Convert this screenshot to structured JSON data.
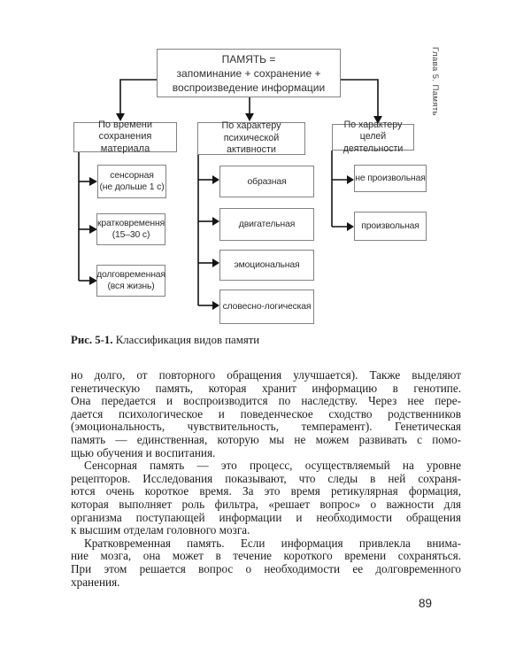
{
  "page": {
    "chapter_header": "Глава 5. Память",
    "page_number": "89"
  },
  "figure": {
    "root": "ПАМЯТЬ =\nзапоминание + сохранение +\nвоспроизведение информации",
    "branches": [
      {
        "label": "По времени\nсохранения материала",
        "children": [
          "сенсорная\n(не дольше 1 с)",
          "кратковремення\n(15–30 с)",
          "долговременная\n(вся жизнь)"
        ]
      },
      {
        "label": "По характеру\nпсихической активности",
        "children": [
          "образная",
          "двигательная",
          "эмоциональная",
          "словесно-логическая"
        ]
      },
      {
        "label": "По характеру целей\nдеятельности",
        "children": [
          "не произвольная",
          "произвольная"
        ]
      }
    ],
    "caption_label": "Рис. 5-1.",
    "caption_text": " Классификация видов памяти"
  },
  "body": {
    "paragraphs": [
      {
        "lines": [
          "но долго, от повторного обращения улучшается). Также выделяют",
          "генетическую память, которая хранит информацию в генотипе.",
          "Она передается и воспроизводится по наследству. Через нее пере-",
          "дается психологическое и поведенческое сходство родственников",
          "(эмоциональность, чувствительность, темперамент). Генетическая",
          "память — единственная, которую мы не можем развивать с помо-",
          "щью обучения и воспитания."
        ]
      },
      {
        "lines": [
          "Сенсорная память — это процесс, осуществляемый на уровне",
          "рецепторов. Исследования показывают, что следы в ней сохраня-",
          "ются очень короткое время. За это время ретикулярная формация,",
          "которая выполняет роль фильтра, «решает вопрос» о важности для",
          "организма поступающей информации и необходимости обращения",
          "к высшим отделам головного мозга."
        ]
      },
      {
        "lines": [
          "Кратковременная память. Если информация привлекла внима-",
          "ние мозга, она может в течение короткого времени сохраняться.",
          "При этом решается вопрос о необходимости ее долговременного",
          "хранения."
        ]
      }
    ]
  },
  "colors": {
    "box_border": "#828282",
    "connector": "#141414",
    "text": "#1c1c1c"
  }
}
